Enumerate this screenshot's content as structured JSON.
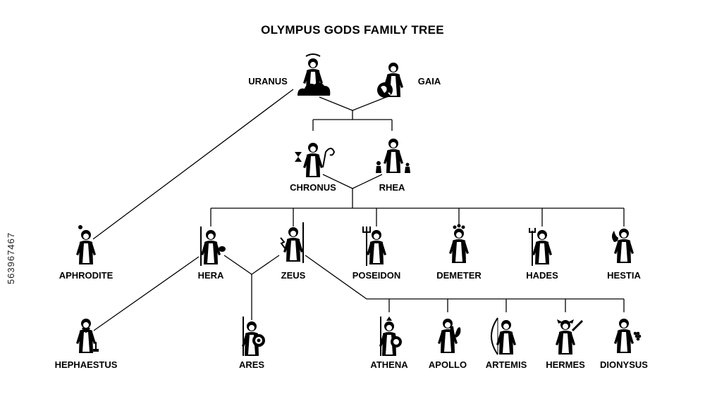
{
  "title": "OLYMPUS GODS FAMILY TREE",
  "side_id": "563967467",
  "gods": {
    "uranus": "URANUS",
    "gaia": "GAIA",
    "chronus": "CHRONUS",
    "rhea": "RHEA",
    "aphrodite": "APHRODITE",
    "hera": "HERA",
    "zeus": "ZEUS",
    "poseidon": "POSEIDON",
    "demeter": "DEMETER",
    "hades": "HADES",
    "hestia": "HESTIA",
    "hephaestus": "HEPHAESTUS",
    "ares": "ARES",
    "athena": "ATHENA",
    "apollo": "APOLLO",
    "artemis": "ARTEMIS",
    "hermes": "HERMES",
    "dionysus": "DIONYSUS"
  },
  "icons": {
    "uranus": "uranus-on-cloud-icon",
    "gaia": "gaia-with-globe-icon",
    "chronus": "chronus-with-hourglass-and-sickle-icon",
    "rhea": "rhea-with-children-icon",
    "aphrodite": "aphrodite-icon",
    "hera": "hera-with-staff-icon",
    "zeus": "zeus-with-thunderbolt-icon",
    "poseidon": "poseidon-with-trident-icon",
    "demeter": "demeter-icon",
    "hades": "hades-with-bident-icon",
    "hestia": "hestia-with-flame-icon",
    "hephaestus": "hephaestus-with-hammer-icon",
    "ares": "ares-with-spear-and-shield-icon",
    "athena": "athena-with-spear-and-shield-icon",
    "apollo": "apollo-with-lyre-icon",
    "artemis": "artemis-with-bow-icon",
    "hermes": "hermes-winged-icon",
    "dionysus": "dionysus-with-grapes-icon"
  },
  "line_color": "#000000"
}
